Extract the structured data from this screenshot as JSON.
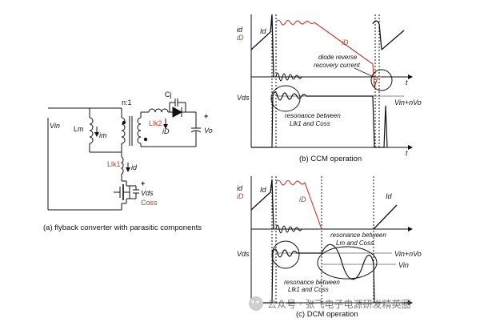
{
  "left": {
    "caption": "(a) flyback converter with parasitic components",
    "labels": {
      "vin": "Vin",
      "lm": "Lm",
      "im": "im",
      "ratio": "n:1",
      "cj": "Cj",
      "lik2": "Llk2",
      "id": "iD",
      "plus_vo": "+",
      "vo": "Vo",
      "lik1": "Llk1",
      "id_small": "id",
      "plus_vds": "+",
      "vds": "Vds",
      "coss": "Coss"
    }
  },
  "ccm": {
    "caption": "(b) CCM operation",
    "axis_label_id": "id",
    "axis_label_iD": "iD",
    "wave_id": "Id",
    "wave_iD": "iD",
    "t1": "t",
    "vds": "Vds",
    "note_reverse": [
      "diode reverse",
      "recovery current"
    ],
    "note_resonance": [
      "resonance between",
      "Llk1 and Coss"
    ],
    "vin_nvo": "Vin+nVo",
    "t2": "t"
  },
  "dcm": {
    "caption": "(c) DCM operation",
    "axis_label_id": "id",
    "axis_label_iD": "iD",
    "wave_id": "Id",
    "wave_iD": "iD",
    "wave_id2": "Id",
    "vds": "Vds",
    "note_res_lm": [
      "resonance between",
      "Lm and Coss"
    ],
    "note_res_lk": [
      "resonance between",
      "Llk1 and Coss"
    ],
    "vin_nvo": "Vin+nVo",
    "vin": "Vin"
  },
  "watermark": "公众号 · 张飞电子电源研发精英圈"
}
